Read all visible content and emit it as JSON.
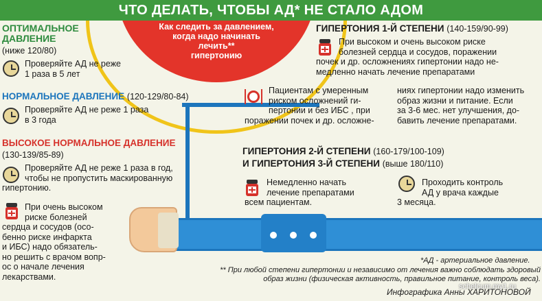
{
  "title": "ЧТО ДЕЛАТЬ, ЧТОБЫ АД* НЕ СТАЛО АДОМ",
  "red_circle": {
    "line1": "Как следить за давлением,",
    "line2": "когда надо начинать",
    "line3": "лечить**",
    "line4": "гипертонию"
  },
  "optimal": {
    "heading1": "ОПТИМАЛЬНОЕ",
    "heading2": "ДАВЛЕНИЕ",
    "range": "(ниже 120/80)",
    "advice1": "Проверяйте АД не реже",
    "advice2": "1 раза в 5 лет"
  },
  "normal": {
    "heading": "НОРМАЛЬНОЕ ДАВЛЕНИЕ",
    "range": "(120-129/80-84)",
    "advice1": "Проверяйте АД не реже 1 раза",
    "advice2": "в 3 года"
  },
  "high_normal": {
    "heading": "ВЫСОКОЕ НОРМАЛЬНОЕ ДАВЛЕНИЕ",
    "range": "(130-139/85-89)",
    "advice1": "Проверяйте АД не реже 1 раза в год,",
    "advice2": "чтобы не пропустить маскированную",
    "advice3": "гипертонию.",
    "risk1": "При очень высоком",
    "risk2": "риске болезней",
    "risk3": "сердца и сосудов (осо-",
    "risk4": "бенно риске инфаркта",
    "risk5": "и ИБС) надо обязатель-",
    "risk6": "но решить с врачом вопр-",
    "risk7": "ос о начале лечения",
    "risk8": "лекарствами."
  },
  "stage1": {
    "heading": "ГИПЕРТОНИЯ 1-Й СТЕПЕНИ",
    "range": "(140-159/90-99)",
    "p1": "При высоком и очень высоком риске",
    "p2": "болезней сердца и сосудов, поражении",
    "p3": "почек и др. осложнениях гипертонии надо не-",
    "p4": "медленно начать лечение препаратами",
    "moderate1": "Пациентам с умеренным",
    "moderate2": "риском осложнений ги-",
    "moderate3": "пертонии и без ИБС , при",
    "moderate4": "поражении почек и др. осложне-",
    "cont1": "ниях гипертонии надо изменить",
    "cont2": "образ жизни и питание. Если",
    "cont3": "за 3-6 мес. нет улучшения, до-",
    "cont4": "бавить лечение препаратами."
  },
  "stage23": {
    "heading1": "ГИПЕРТОНИЯ 2-Й СТЕПЕНИ",
    "range1": "(160-179/100-109)",
    "heading2": "И ГИПЕРТОНИЯ 3-Й СТЕПЕНИ",
    "range2": "(выше 180/110)",
    "treat1": "Немедленно начать",
    "treat2": "лечение препаратами",
    "treat3": "всем пациентам.",
    "control1": "Проходить контроль",
    "control2": "АД у врача каждые",
    "control3": "3 месяца."
  },
  "footnotes": {
    "f1": "*АД - артериальное давление.",
    "f2a": "** При любой степени гипертонии и независимо от лечения важно соблюдать здоровый",
    "f2b": "образ жизни (физическая активность, правильное питание, контроль веса).",
    "credit": "Инфографика Анны ХАРИТОНОВОЙ"
  },
  "watermark": "schelcum.my1.ru",
  "colors": {
    "banner": "#3f9a3f",
    "red": "#e3342a",
    "blue": "#1c75bc",
    "green": "#2e8b3e",
    "yellow": "#f0c419"
  }
}
